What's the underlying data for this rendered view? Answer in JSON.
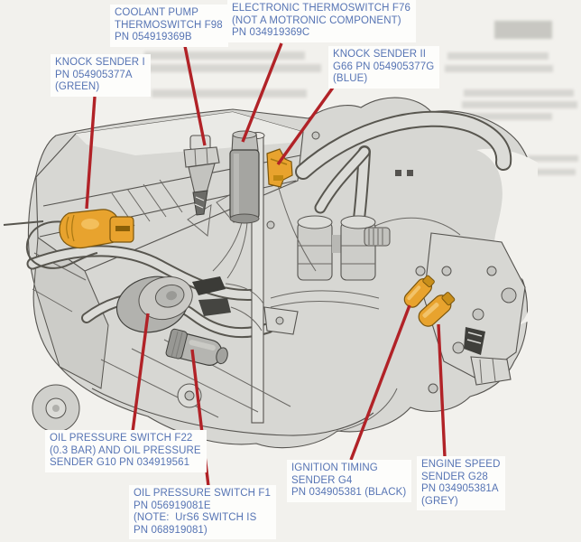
{
  "colors": {
    "page_bg": "#f2f1ed",
    "label_text": "#5674b4",
    "label_bg": "#fdfdfb",
    "arrow": "#b12227",
    "sensor_highlight": "#e8a32e",
    "engine_fill": "#d7d7d3",
    "engine_line": "#55534f"
  },
  "labels": [
    {
      "id": "knock-sender-1",
      "lines": [
        "KNOCK SENDER I",
        "PN 054905377A",
        "(GREEN)"
      ]
    },
    {
      "id": "coolant-pump-thermoswitch",
      "lines": [
        "COOLANT PUMP",
        "THERMOSWITCH F98",
        "PN 054919369B"
      ]
    },
    {
      "id": "electronic-thermoswitch",
      "lines": [
        "ELECTRONIC THERMOSWITCH F76",
        "(NOT A MOTRONIC COMPONENT)",
        "PN 034919369C"
      ]
    },
    {
      "id": "knock-sender-2",
      "lines": [
        "KNOCK SENDER II",
        "G66 PN 054905377G",
        "(BLUE)"
      ]
    },
    {
      "id": "oil-pressure-switch-f22",
      "lines": [
        "OIL PRESSURE SWITCH F22",
        "(0.3 BAR) AND OIL PRESSURE",
        "SENDER G10 PN 034919561"
      ]
    },
    {
      "id": "oil-pressure-switch-f1",
      "lines": [
        "OIL PRESSURE SWITCH F1",
        "PN 056919081E",
        "(NOTE:  UrS6 SWITCH IS",
        "PN 068919081)"
      ]
    },
    {
      "id": "ignition-timing-sender",
      "lines": [
        "IGNITION TIMING",
        "SENDER G4",
        "PN 034905381 (BLACK)"
      ]
    },
    {
      "id": "engine-speed-sender",
      "lines": [
        "ENGINE SPEED",
        "SENDER G28",
        "PN 034905381A",
        "(GREY)"
      ]
    }
  ]
}
